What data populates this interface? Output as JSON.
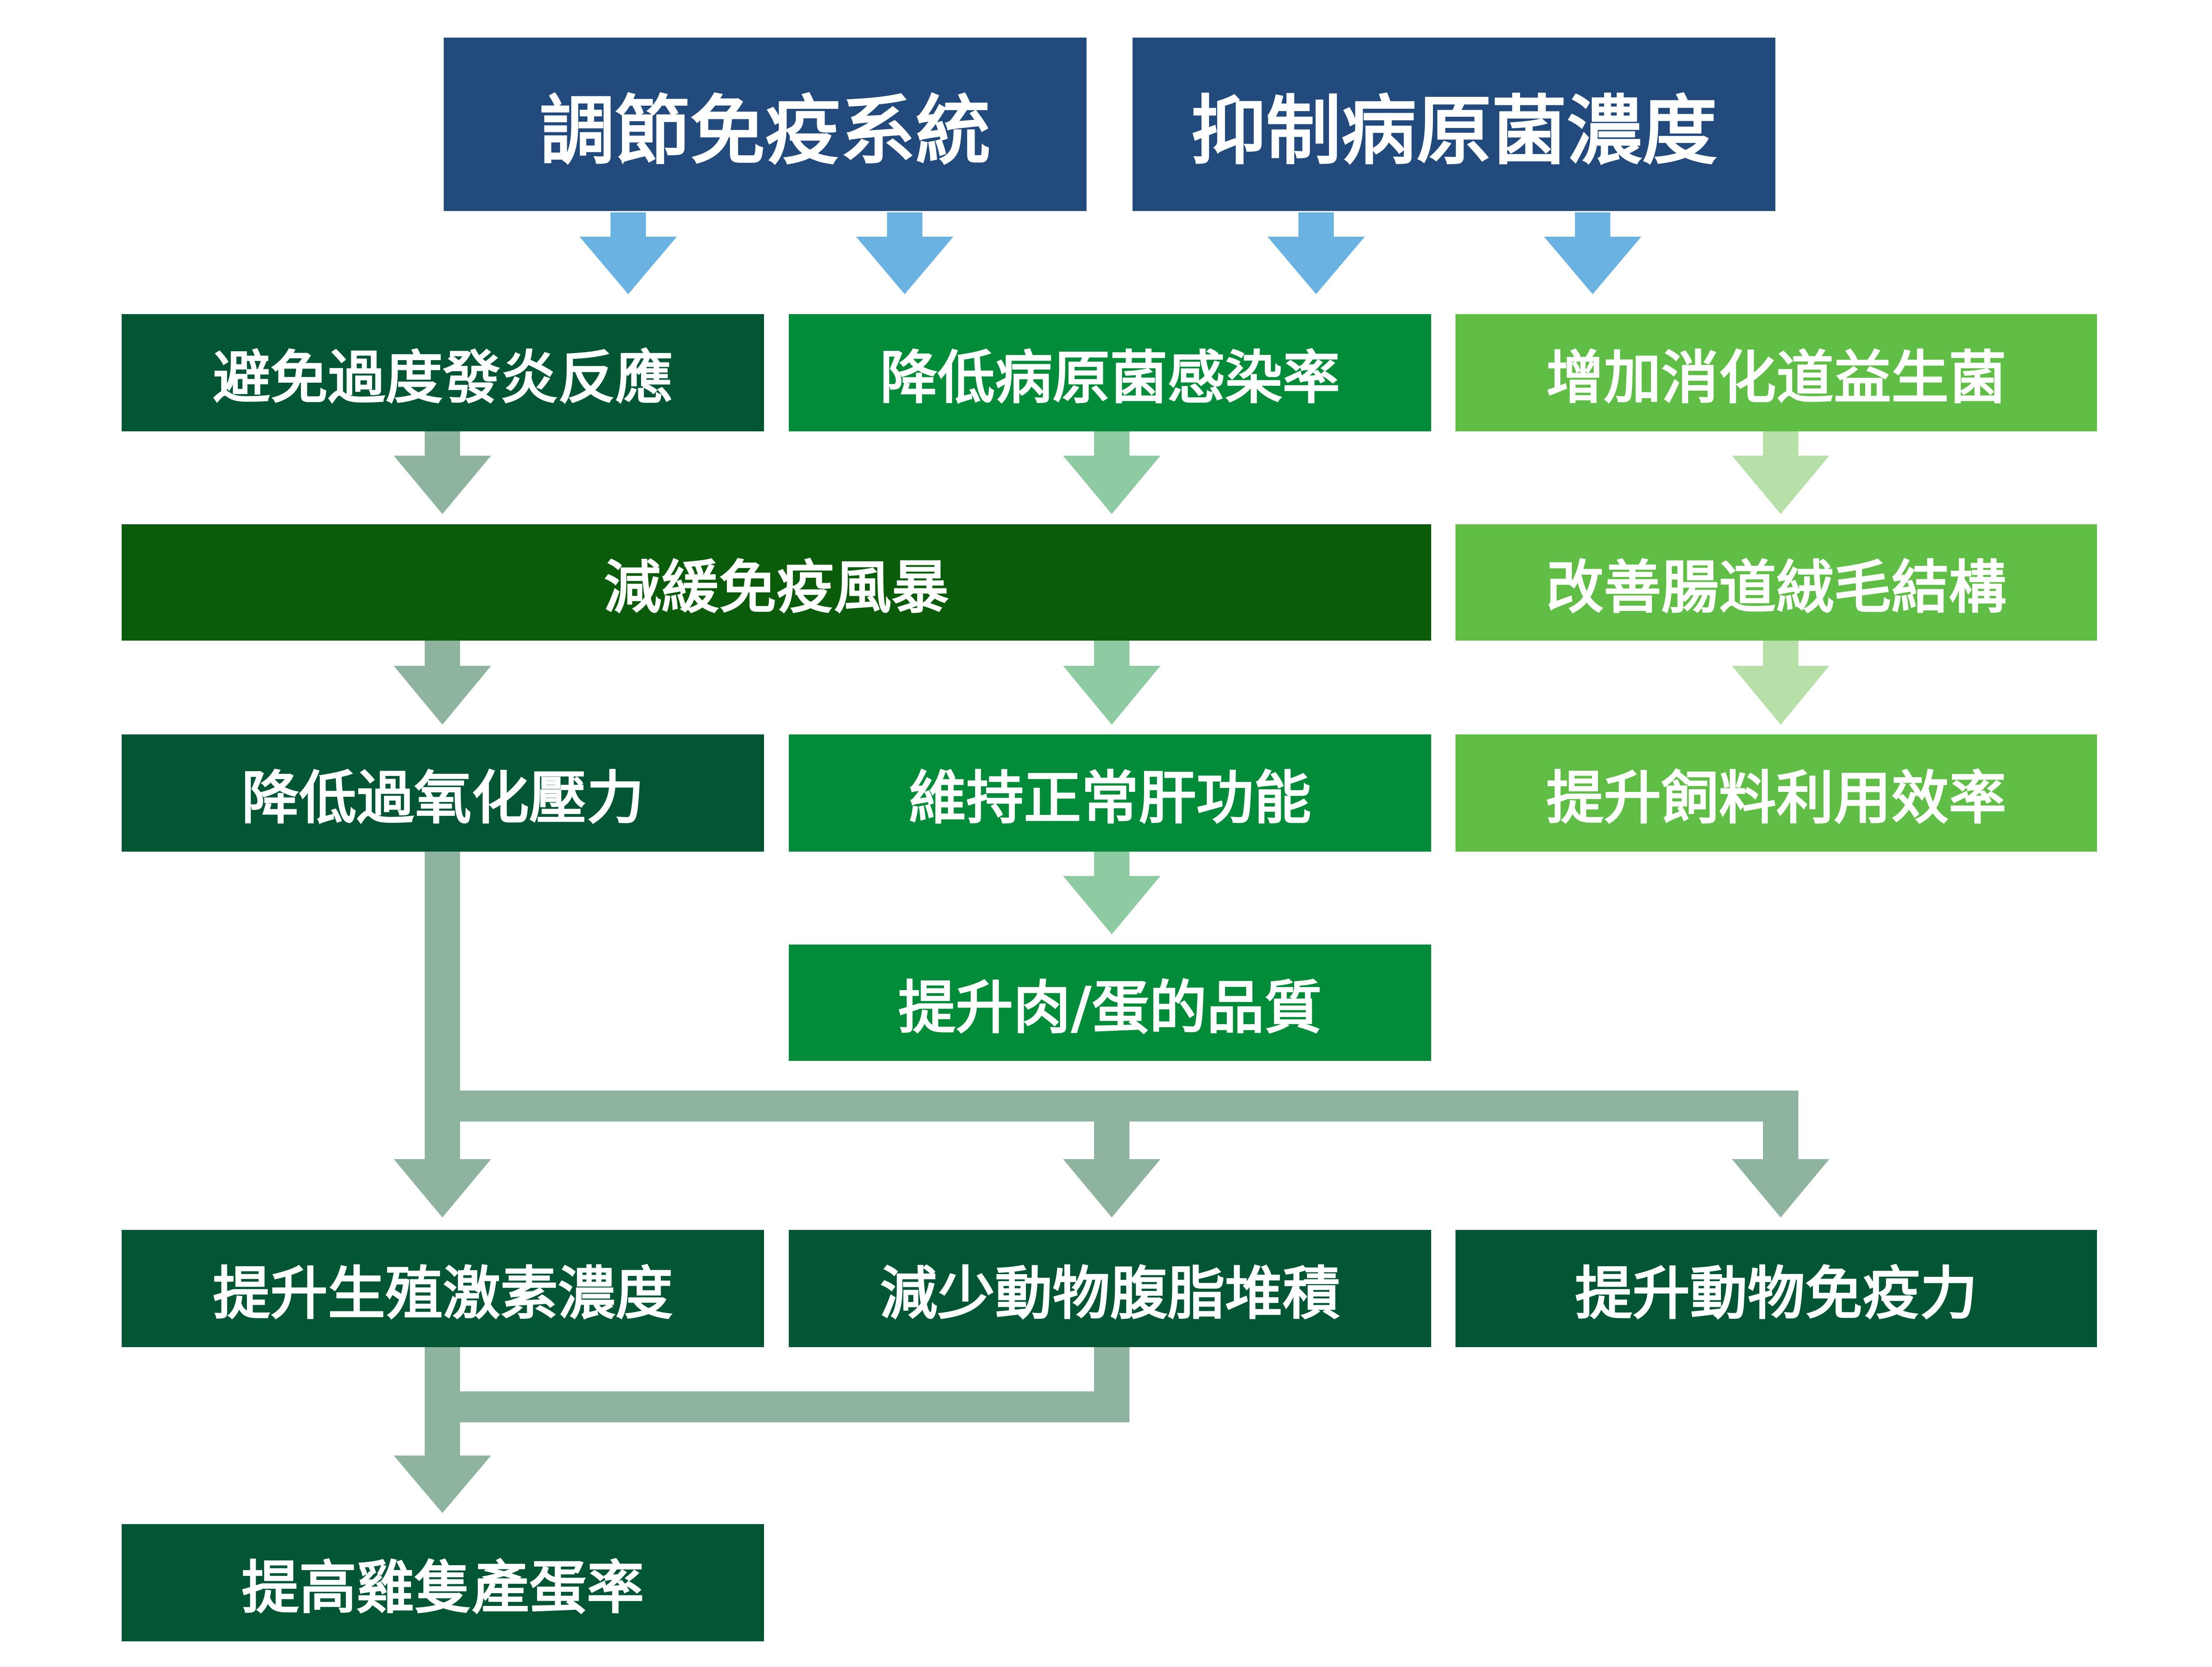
{
  "colors": {
    "navy": "#224a7c",
    "dark_green": "#025634",
    "mid_green": "#028b38",
    "light_green": "#60bd45",
    "deep_green": "#0a5c0a",
    "arrow_blue": "#6ab2e1",
    "arrow_sage": "#8eb4a0",
    "arrow_mint": "#8ecba3",
    "arrow_pale": "#b6e0a8"
  },
  "top": {
    "immune": "調節免疫系統",
    "pathogen": "抑制病原菌濃度"
  },
  "nodes": {
    "avoid_inflammation": "避免過度發炎反應",
    "reduce_infection": "降低病原菌感染率",
    "increase_probiotics": "增加消化道益生菌",
    "ease_cytokine_storm": "減緩免疫風暴",
    "improve_villi": "改善腸道絨毛結構",
    "reduce_oxidative_stress": "降低過氧化壓力",
    "maintain_liver": "維持正常肝功能",
    "feed_efficiency": "提升飼料利用效率",
    "meat_egg_quality": "提升肉/蛋的品質",
    "reproductive_hormone": "提升生殖激素濃度",
    "reduce_abdominal_fat": "減少動物腹脂堆積",
    "animal_immunity": "提升動物免疫力",
    "egg_production_rate": "提高雞隻產蛋率"
  }
}
